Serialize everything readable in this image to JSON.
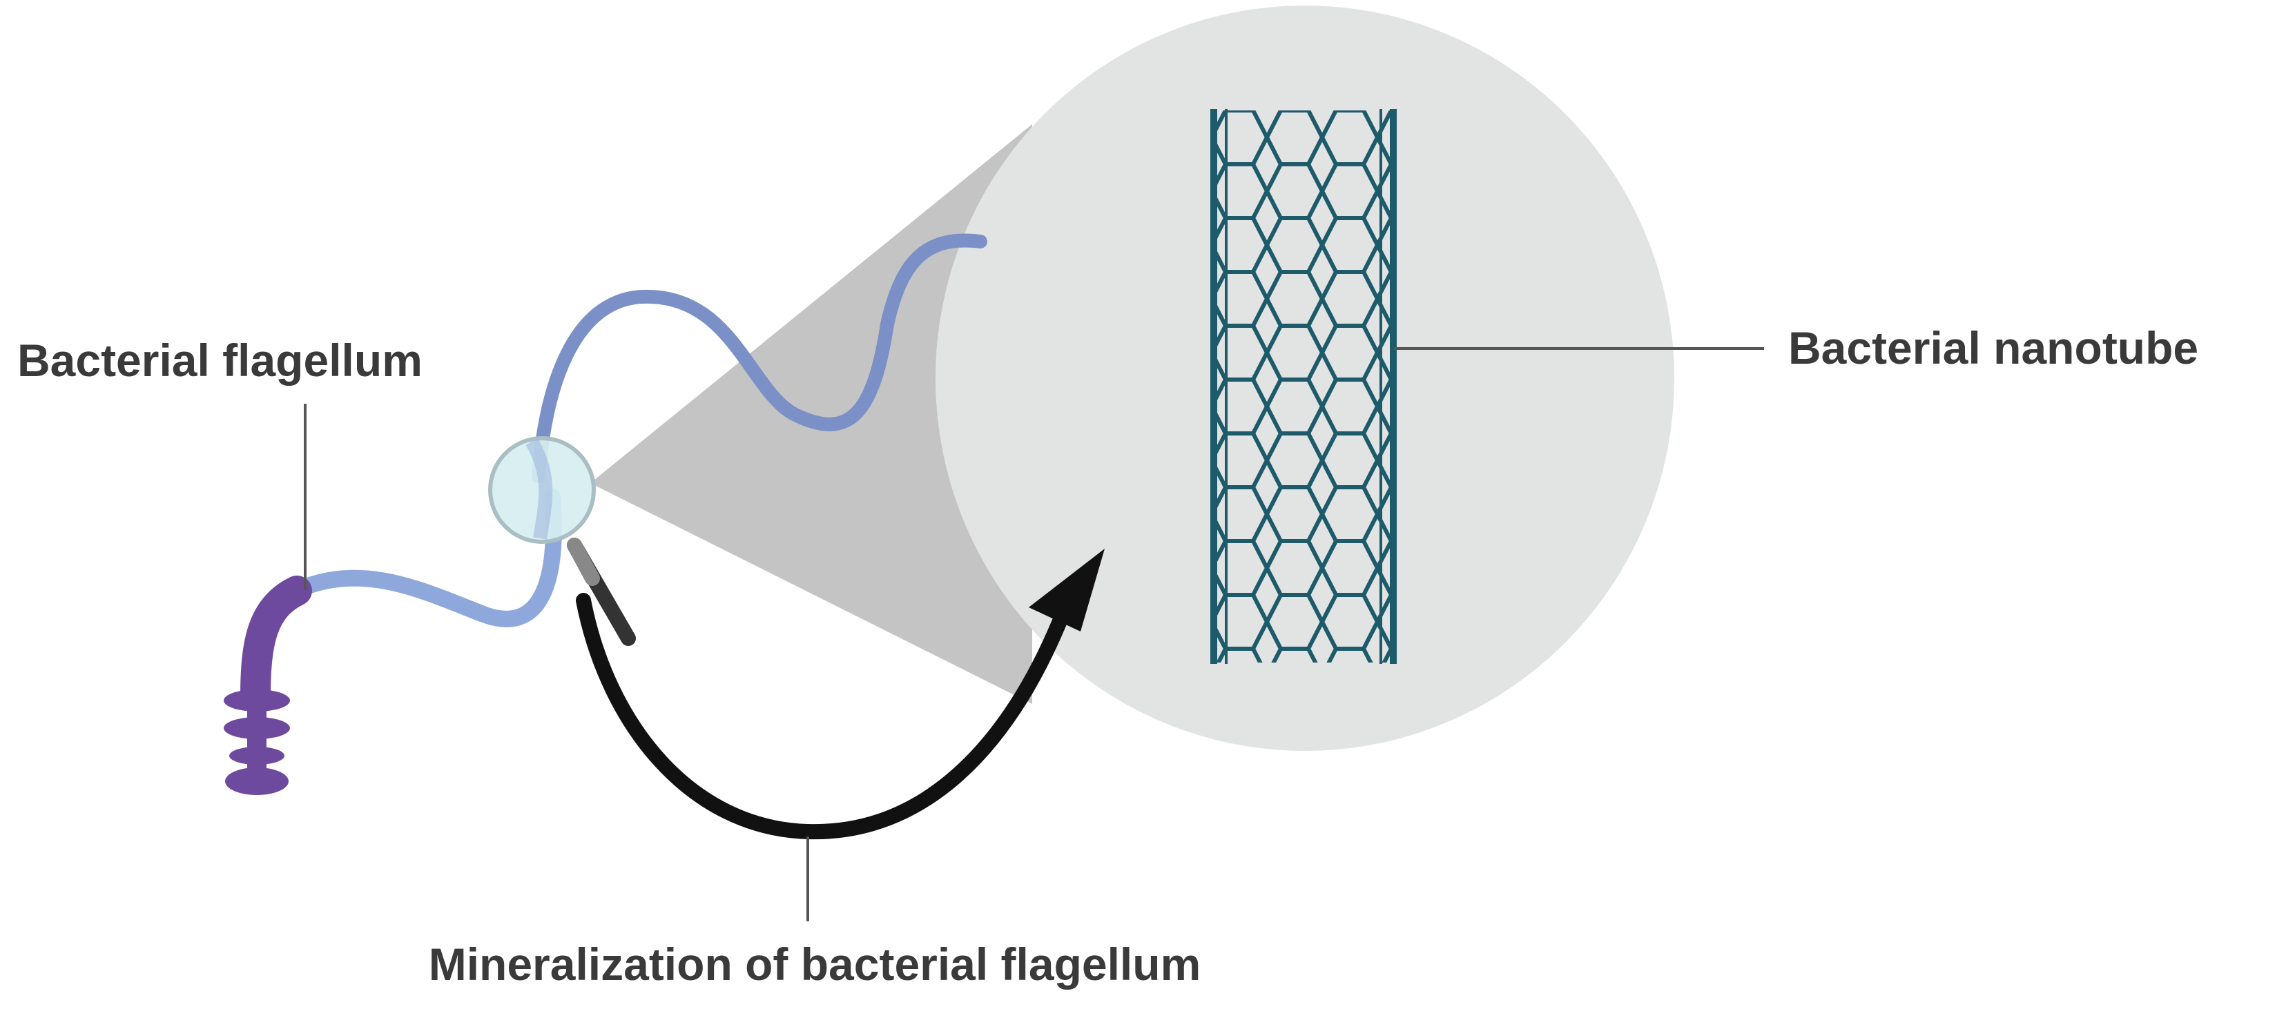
{
  "labels": {
    "flagellum": "Bacterial flagellum",
    "nanotube": "Bacterial nanotube",
    "mineralization": "Mineralization of bacterial flagellum"
  },
  "colors": {
    "flagellum_filament": "#8fa8dc",
    "flagellum_filament_dark": "#7a90c6",
    "basal_body": "#6e4a9e",
    "magnifier_lens": "#d6eef0",
    "zoom_cone": "#c4c4c4",
    "zoom_circle": "#e2e3e3",
    "nanotube": "#1d5a6a",
    "arrow": "#111111",
    "leader_lines": "#555555",
    "label_text": "#3a3a3a"
  },
  "icons": [
    "magnifying-glass-icon",
    "curved-arrow-icon",
    "nanotube-lattice-icon",
    "basal-body-icon"
  ]
}
